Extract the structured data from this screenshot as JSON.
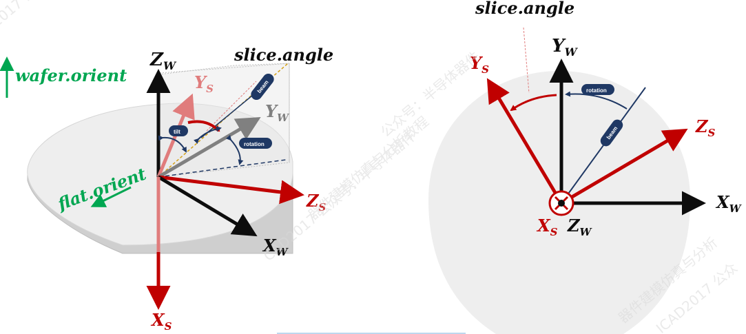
{
  "watermark": {
    "text1": "器件建模仿真与分析教程",
    "text2": "CAD2017 公众号：半导体器件",
    "text3": "公众号：半导体器件",
    "text4": "器件建模仿真与分析",
    "text5": "ICAD2017 公众",
    "text6": "术：",
    "text7": "2017 公众"
  },
  "left": {
    "wafer_orient": "wafer.orient",
    "flat_orient": "flat.orient",
    "slice_angle": "slice.angle",
    "Zw": {
      "main": "Z",
      "sub": "W"
    },
    "Yw": {
      "main": "Y",
      "sub": "W"
    },
    "Xw": {
      "main": "X",
      "sub": "W"
    },
    "Ys": {
      "main": "Y",
      "sub": "S"
    },
    "Zs": {
      "main": "Z",
      "sub": "S"
    },
    "Xs": {
      "main": "X",
      "sub": "S"
    },
    "beam": "beam",
    "tilt": "tilt",
    "rotation": "rotation"
  },
  "right": {
    "slice_angle": "slice.angle",
    "Yw": {
      "main": "Y",
      "sub": "W"
    },
    "Ys": {
      "main": "Y",
      "sub": "S"
    },
    "Zs": {
      "main": "Z",
      "sub": "S"
    },
    "Xw": {
      "main": "X",
      "sub": "W"
    },
    "Xs": {
      "main": "X",
      "sub": "S"
    },
    "Zw": {
      "main": "Z",
      "sub": "W"
    },
    "beam": "beam",
    "rotation": "rotation"
  },
  "colors": {
    "black": "#0d0d0d",
    "red": "#c00000",
    "pink": "#e07c7c",
    "gray": "#808080",
    "navy": "#1f3864",
    "green": "#00a651"
  }
}
